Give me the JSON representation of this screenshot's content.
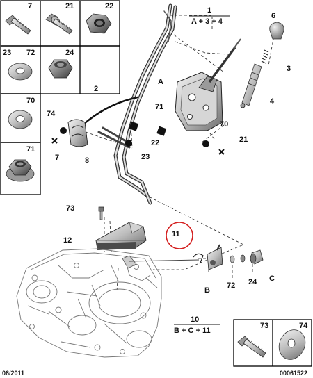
{
  "parts_grid": {
    "cells": [
      {
        "label": "7"
      },
      {
        "label": "21"
      },
      {
        "label": "22"
      },
      {
        "label": "23"
      },
      {
        "label": "72"
      },
      {
        "label": "24"
      },
      {
        "label": "70"
      },
      {
        "label": "71"
      }
    ]
  },
  "callouts": {
    "l1": "1",
    "l1_formula": "A + 3 + 4",
    "l2": "2",
    "l3": "3",
    "l4": "4",
    "l6": "6",
    "lA": "A",
    "l71": "71",
    "l70": "70",
    "l21": "21",
    "l74": "74",
    "l8": "8",
    "l7": "7",
    "l22": "22",
    "l23": "23",
    "l73": "73",
    "l12": "12",
    "l11": "11",
    "lB": "B",
    "l72": "72",
    "l24": "24",
    "lC": "C",
    "l10": "10",
    "l10_formula": "B + C + 11"
  },
  "bottom_box": {
    "left": "73",
    "right": "74"
  },
  "footer": {
    "date": "06/2011",
    "ref": "00061522"
  },
  "accent_color": "#d42020"
}
